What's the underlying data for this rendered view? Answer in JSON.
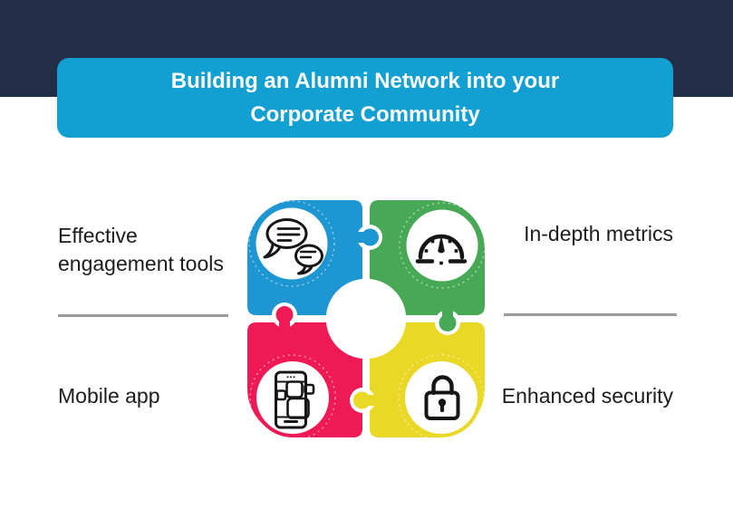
{
  "title": {
    "line1": "Building an Alumni Network into your",
    "line2": "Corporate Community"
  },
  "labels": {
    "effective_engagement": {
      "lines": [
        "Effective",
        "engagement tools"
      ]
    },
    "in_depth_metrics": "In-depth metrics",
    "mobile_app": "Mobile app",
    "enhanced_security": "Enhanced security"
  },
  "icons": {
    "top_left": "chat-bubbles-icon",
    "top_right": "gauge-icon",
    "bottom_left": "mobile-app-icon",
    "bottom_right": "padlock-icon"
  },
  "colors": {
    "header_navy": "#222d47",
    "banner_blue": "#129fd2",
    "puzzle_blue": "#1e96d2",
    "puzzle_green": "#47a956",
    "puzzle_pink": "#ef1a55",
    "puzzle_yellow": "#e9d826",
    "divider_gray": "#9b9b9b",
    "text_dark": "#1c1c1c",
    "icon_ink": "#151515",
    "white": "#ffffff"
  }
}
